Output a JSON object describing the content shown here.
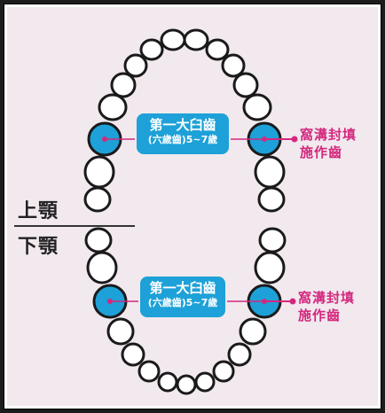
{
  "upper_jaw_label": "上顎",
  "lower_jaw_label": "下顎",
  "upper_badge": {
    "line1": "第一大臼齒",
    "line2": "(六歲齒)5~7歲"
  },
  "lower_badge": {
    "line1": "第一大臼齒",
    "line2": "(六歲齒)5~7歲"
  },
  "upper_note": {
    "line1": "窩溝封填",
    "line2": "施作齒"
  },
  "lower_note": {
    "line1": "窩溝封填",
    "line2": "施作齒"
  },
  "colors": {
    "background": "#f1e9ee",
    "highlight_tooth": "#1da1d8",
    "pointer": "#d4287e",
    "outline": "#1a1a1a"
  }
}
